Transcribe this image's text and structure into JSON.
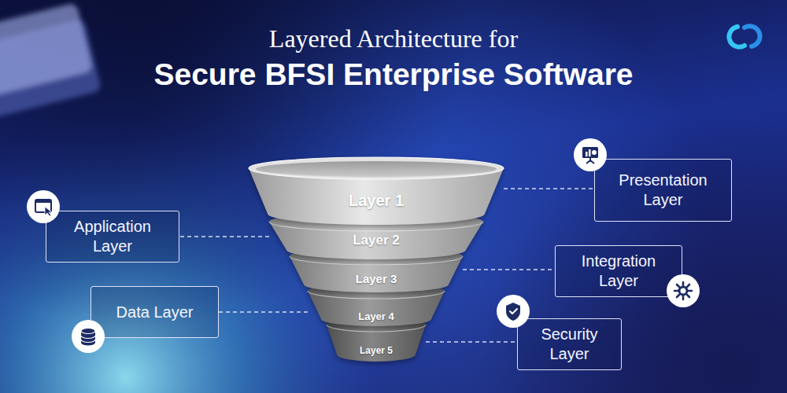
{
  "diagram": {
    "title": "Layered Architecture for Secure BFSI Enterprise Software",
    "nodes": [
      {
        "text": [
          "Layer 1"
        ]
      },
      {
        "text": [
          "Layer 2"
        ]
      },
      {
        "text": [
          "Layer 3"
        ]
      },
      {
        "text": [
          "Layer 4"
        ]
      },
      {
        "text": [
          "Layer 5"
        ]
      },
      {
        "text": [
          "Presentation Layer"
        ]
      },
      {
        "text": [
          "Application Layer"
        ]
      },
      {
        "text": [
          "Integration Layer"
        ]
      },
      {
        "text": [
          "Data Layer"
        ]
      },
      {
        "text": [
          "Security Layer"
        ]
      }
    ],
    "edges": [
      {
        "from": 0,
        "to": 5,
        "arrow": "none"
      },
      {
        "from": 1,
        "to": 6,
        "arrow": "none"
      },
      {
        "from": 2,
        "to": 7,
        "arrow": "none"
      },
      {
        "from": 3,
        "to": 8,
        "arrow": "none"
      },
      {
        "from": 4,
        "to": 9,
        "arrow": "none"
      }
    ]
  }
}
